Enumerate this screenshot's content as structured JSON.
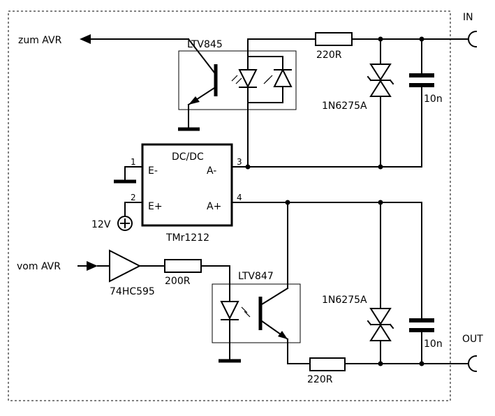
{
  "labels": {
    "in": "IN",
    "out": "OUT",
    "zum_avr": "zum AVR",
    "vom_avr": "vom AVR",
    "opto_top": "LTV845",
    "opto_bottom": "LTV847",
    "res_top": "220R",
    "res_bottom": "220R",
    "res_input": "200R",
    "tvs_top": "1N6275A",
    "tvs_bottom": "1N6275A",
    "cap_top": "10n",
    "cap_bottom": "10n",
    "dcdc_title": "DC/DC",
    "dcdc_part": "TMr1212",
    "pin_e_minus": "E-",
    "pin_e_plus": "E+",
    "pin_a_minus": "A-",
    "pin_a_plus": "A+",
    "pin1": "1",
    "pin2": "2",
    "pin3": "3",
    "pin4": "4",
    "supply": "12V",
    "buffer": "74HC595"
  }
}
